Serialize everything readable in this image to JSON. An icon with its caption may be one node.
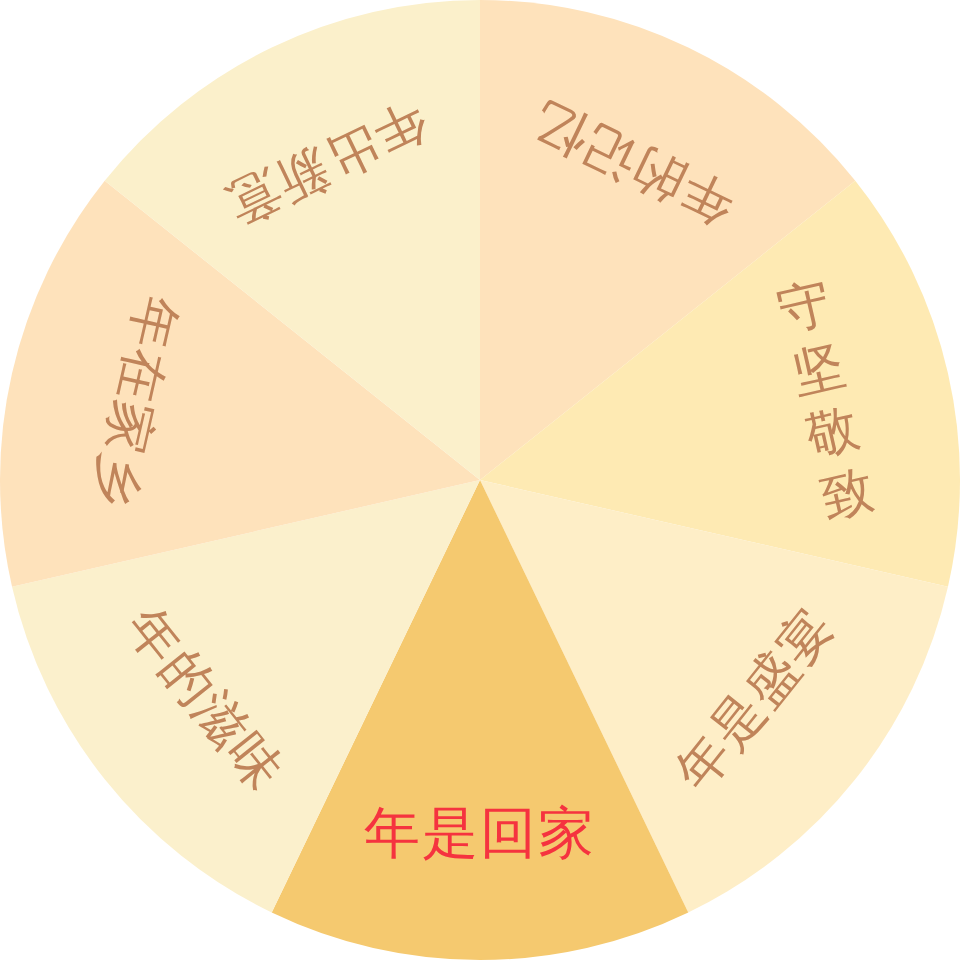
{
  "diagram": {
    "nodes": [
      {
        "text": [
          "年的记忆"
        ]
      },
      {
        "text": [
          "致敬坚守"
        ]
      },
      {
        "text": [
          "年是盛宴"
        ]
      },
      {
        "text": [
          "年是回家"
        ]
      },
      {
        "text": [
          "年的滋味"
        ]
      },
      {
        "text": [
          "年在家乡"
        ]
      },
      {
        "text": [
          "年出新意"
        ]
      }
    ]
  }
}
